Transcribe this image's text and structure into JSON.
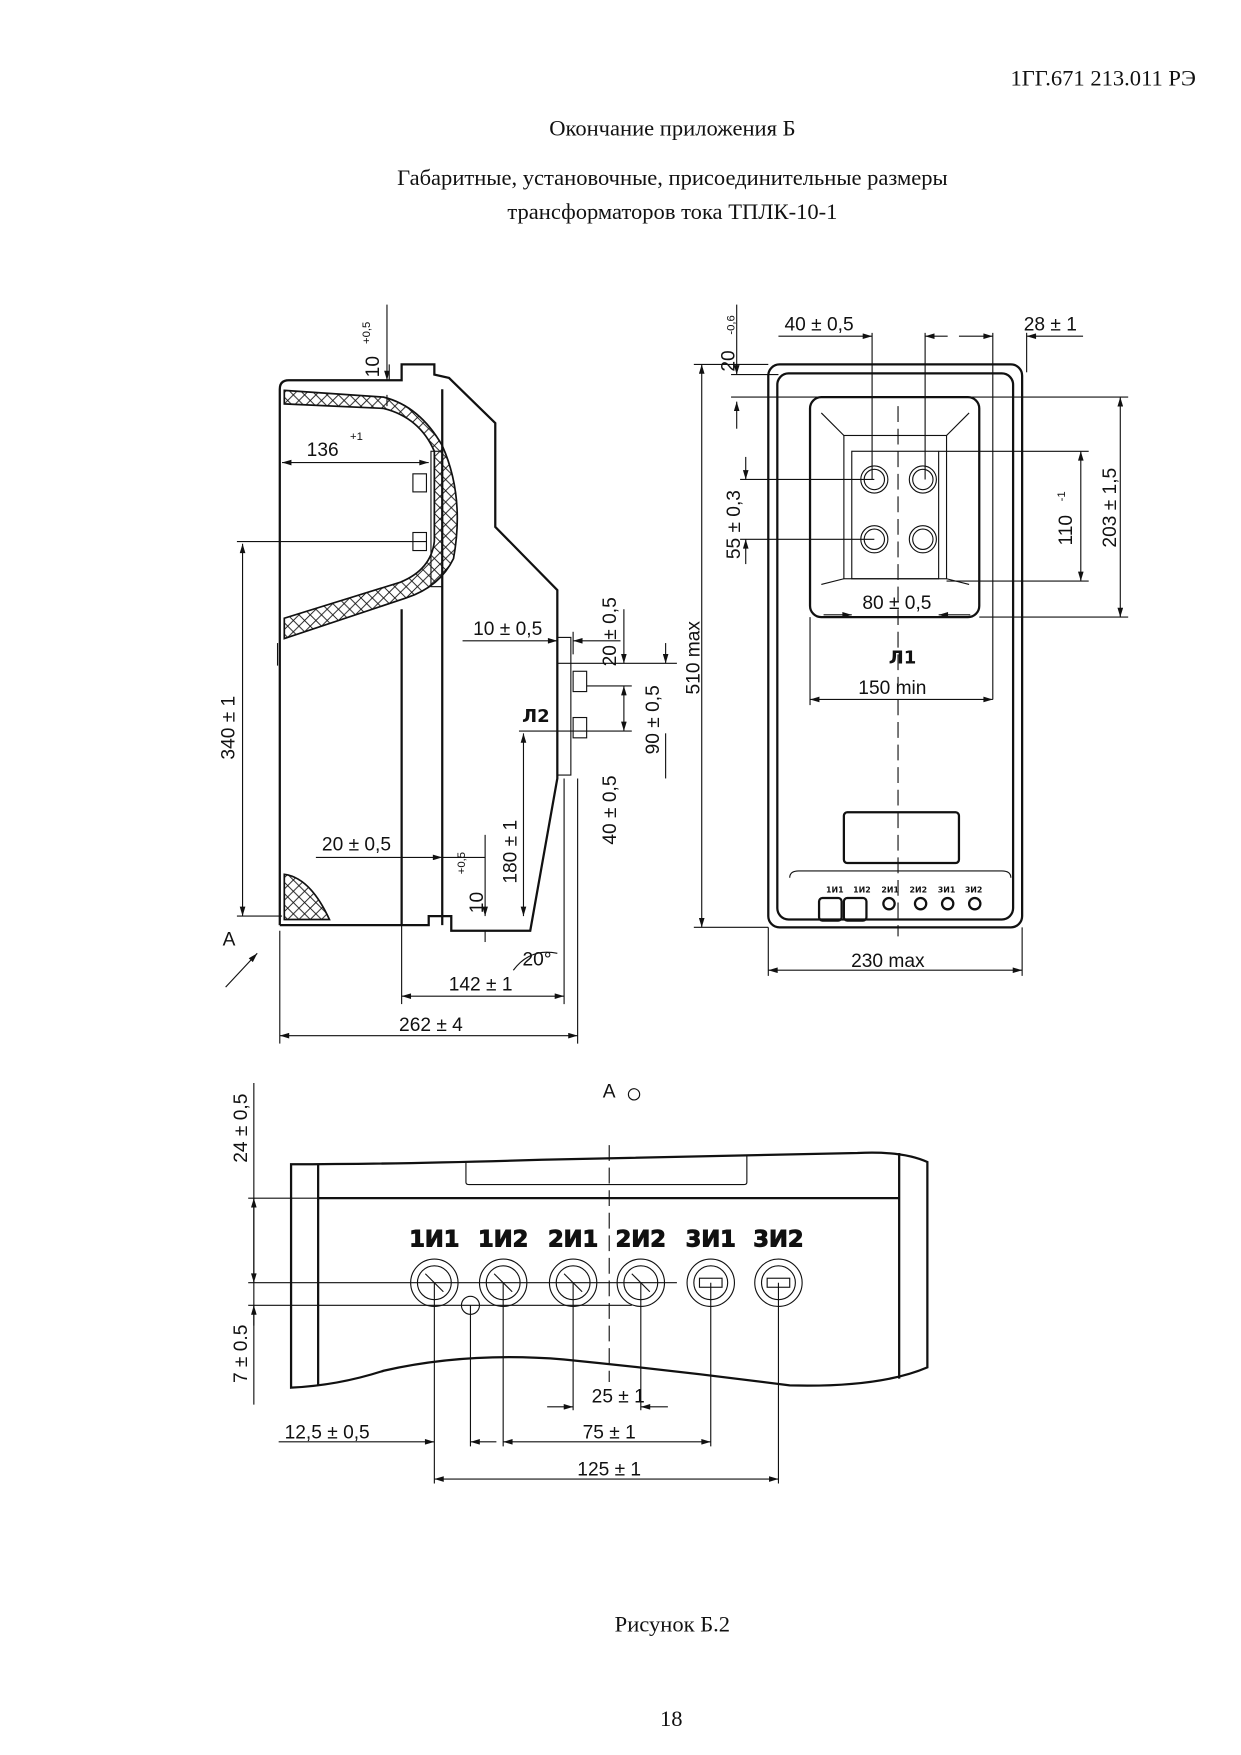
{
  "header": {
    "doc_code": "1ГГ.671 213.011 РЭ",
    "appendix_title": "Окончание приложения Б",
    "title_line1": "Габаритные, установочные, присоединительные размеры",
    "title_line2": "трансформаторов тока ТПЛК-10-1"
  },
  "side_view": {
    "dim_top_10": "10",
    "dim_top_10_tol": "+0,5",
    "dim_136": "136",
    "dim_136_tol": "+1",
    "dim_340": "340 ± 1",
    "dim_10_05": "10 ± 0,5",
    "dim_20_05_v": "20 ± 0,5",
    "dim_90": "90 ± 0,5",
    "terminal_l2": "Л2",
    "dim_40": "40 ± 0,5",
    "dim_180": "180 ± 1",
    "dim_20_05_h": "20 ± 0,5",
    "dim_bottom_10": "10",
    "dim_bottom_10_tol": "+0,5",
    "angle": "20°",
    "dim_142": "142 ± 1",
    "dim_262": "262 ± 4",
    "view_marker": "А"
  },
  "front_view": {
    "dim_40": "40 ± 0,5",
    "dim_28": "28 ± 1",
    "dim_20": "20",
    "dim_20_tol": "-0,6",
    "dim_510": "510 max",
    "dim_55": "55 ± 0,3",
    "dim_110": "110",
    "dim_110_tol": "-1",
    "dim_203": "203 ± 1,5",
    "dim_80": "80 ± 0,5",
    "terminal_l1": "Л1",
    "dim_150": "150 min",
    "dim_230": "230 max",
    "terminals": [
      "1И1",
      "1И2",
      "2И1",
      "2И2",
      "3И1",
      "3И2"
    ]
  },
  "bottom_view": {
    "view_label": "А",
    "dim_24": "24 ± 0,5",
    "dim_7": "7 ± 0.5",
    "dim_25": "25 ± 1",
    "dim_12_5": "12,5  ± 0,5",
    "dim_75": "75 ± 1",
    "dim_125": "125  ± 1",
    "terminals": [
      "1И1",
      "1И2",
      "2И1",
      "2И2",
      "3И1",
      "3И2"
    ]
  },
  "figure_caption": "Рисунок Б.2",
  "page_number": "18"
}
